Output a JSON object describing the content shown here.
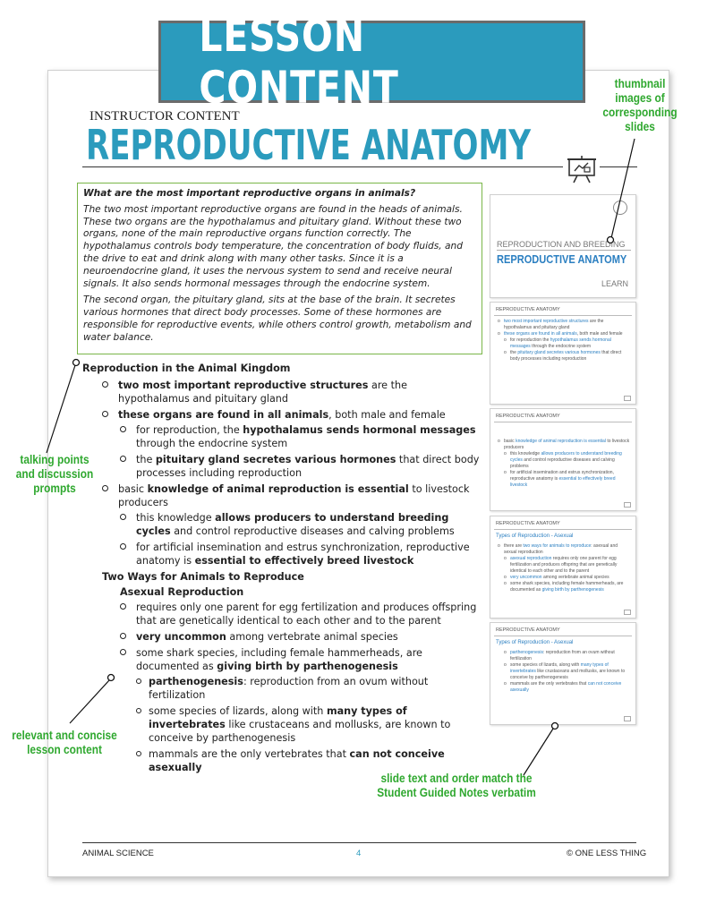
{
  "banner": {
    "title": "LESSON CONTENT"
  },
  "header": {
    "label": "INSTRUCTOR CONTENT",
    "title": "REPRODUCTIVE ANATOMY"
  },
  "question_box": {
    "question": "What are the most important reproductive organs in animals?",
    "para1": "The two most important reproductive organs are found in the heads of animals. These two organs are the hypothalamus and pituitary gland. Without these two organs, none of the main reproductive organs function correctly. The hypothalamus controls body temperature, the concentration of body fluids, and the drive to eat and drink along with many other tasks. Since it is a neuroendocrine gland, it uses the nervous system to send and receive neural signals. It also sends hormonal messages through the endocrine system.",
    "para2": "The second organ, the pituitary gland, sits at the base of the brain. It secretes various hormones that direct body processes. Some of these hormones are responsible for reproductive events, while others control growth, metabolism and water balance."
  },
  "content": {
    "section1": "Reproduction in the Animal Kingdom",
    "b1_bold": "two most important reproductive structures",
    "b1_rest": " are the hypothalamus and pituitary gland",
    "b2_bold": "these organs are found in all animals",
    "b2_rest": ", both male and female",
    "b2a_pre": "for reproduction, the ",
    "b2a_bold": "hypothalamus sends hormonal messages",
    "b2a_rest": " through the endocrine system",
    "b2b_pre": "the ",
    "b2b_bold": "pituitary gland secretes various hormones",
    "b2b_rest": " that direct body processes including reproduction",
    "b3_pre": "basic ",
    "b3_bold": "knowledge of animal reproduction is essential",
    "b3_rest": " to livestock producers",
    "b3a_pre": "this knowledge ",
    "b3a_bold": "allows producers to understand breeding cycles",
    "b3a_rest": " and control reproductive diseases and calving problems",
    "b3b_pre": "for artificial insemination and estrus synchronization, reproductive anatomy is ",
    "b3b_bold": "essential to effectively breed livestock",
    "section2": "Two Ways for Animals to Reproduce",
    "section3": "Asexual Reproduction",
    "c1": "requires only one parent for egg fertilization and produces offspring that are genetically identical to each other and to the parent",
    "c2_bold": "very uncommon",
    "c2_rest": " among vertebrate animal species",
    "c3_pre": "some shark species, including female hammerheads, are documented as ",
    "c3_bold": "giving birth by parthenogenesis",
    "c3a_bold": "parthenogenesis",
    "c3a_rest": ": reproduction from an ovum without fertilization",
    "c3b_pre": "some species of lizards, along with ",
    "c3b_bold": "many types of invertebrates",
    "c3b_rest": " like crustaceans and mollusks, are known to conceive by parthenogenesis",
    "c3c_pre": "mammals are the only vertebrates that ",
    "c3c_bold": "can not conceive asexually"
  },
  "thumbnails": {
    "t1": {
      "small": "REPRODUCTION AND BREEDING",
      "big": "REPRODUCTIVE ANATOMY",
      "learn": "LEARN"
    },
    "t2": {
      "head": "REPRODUCTIVE ANATOMY",
      "i1_hl": "two most important reproductive structures",
      "i1_rest": " are the hypothalamus and pituitary gland",
      "i2_hl": "these organs are found in all animals",
      "i2_rest": ", both male and female",
      "i3_pre": "for reproduction the ",
      "i3_hl": "hypothalamus sends hormonal messages",
      "i3_rest": " through the endocrine system",
      "i4_pre": "the ",
      "i4_hl": "pituitary gland secretes various hormones",
      "i4_rest": " that direct body processes including reproduction"
    },
    "t3": {
      "head": "REPRODUCTIVE ANATOMY",
      "i1_pre": "basic ",
      "i1_hl": "knowledge of animal reproduction is essential",
      "i1_rest": " to livestock producers",
      "i2_pre": "this knowledge ",
      "i2_hl": "allows producers to understand breeding cycles",
      "i2_rest": " and control reproductive diseases and calving problems",
      "i3_pre": "for artificial insemination and estrus synchronization, reproductive anatomy is ",
      "i3_hl": "essential to effectively breed livestock"
    },
    "t4": {
      "head": "REPRODUCTIVE ANATOMY",
      "sub": "Types of Reproduction - Asexual",
      "i1_pre": "there are ",
      "i1_hl": "two ways for animals to reproduce",
      "i1_rest": ": asexual and sexual reproduction",
      "i2_hl": "asexual reproduction",
      "i2_rest": " requires only one parent for egg fertilization and produces offspring that are genetically identical to each other and to the parent",
      "i3_hl": "very uncommon",
      "i3_rest": " among vertebrate animal species",
      "i4_pre": "some shark species, including female hammerheads, are documented as ",
      "i4_hl": "giving birth by parthenogenesis"
    },
    "t5": {
      "head": "REPRODUCTIVE ANATOMY",
      "sub": "Types of Reproduction - Asexual",
      "i1_hl": "parthenogenesis",
      "i1_rest": ": reproduction from an ovum without fertilization",
      "i2_pre": "some species of lizards, along with ",
      "i2_hl": "many types of invertebrates",
      "i2_rest": " like crustaceans and mollusks, are known to conceive by parthenogenesis",
      "i3_pre": "mammals are the only vertebrates that ",
      "i3_hl": "can not conceive asexually"
    }
  },
  "footer": {
    "left": "ANIMAL SCIENCE",
    "page": "4",
    "right": "© ONE LESS THING"
  },
  "annotations": {
    "thumbnail": "thumbnail images of corresponding slides",
    "talking": "talking points and discussion prompts",
    "relevant": "relevant and concise lesson content",
    "slide": "slide text and order match the Student Guided Notes verbatim"
  },
  "colors": {
    "accent": "#2b9bbd",
    "annotation": "#2fa82f",
    "box_border": "#7ab648",
    "slide_highlight": "#2b7fc1"
  }
}
